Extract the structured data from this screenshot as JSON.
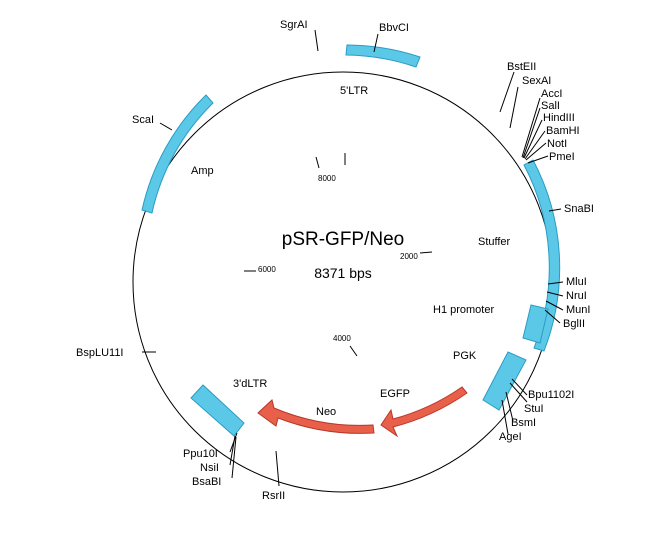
{
  "plasmid": {
    "name": "pSR-GFP/Neo",
    "size_label": "8371 bps"
  },
  "position_ticks": [
    "2000",
    "4000",
    "6000",
    "8000"
  ],
  "features": {
    "ltr5": "5'LTR",
    "amp": "Amp",
    "stuffer": "Stuffer",
    "h1_promoter": "H1 promoter",
    "pgk": "PGK",
    "egfp": "EGFP",
    "neo": "Neo",
    "ltr3": "3'dLTR"
  },
  "sites": {
    "sgrai": "SgrAI",
    "bbvci": "BbvCI",
    "bsteii": "BstEII",
    "sexai": "SexAI",
    "acci": "AccI",
    "sali": "SalI",
    "hindiii": "HindIII",
    "bamhi": "BamHI",
    "noti": "NotI",
    "pmei": "PmeI",
    "snabi": "SnaBI",
    "mlui": "MluI",
    "nrui": "NruI",
    "muni": "MunI",
    "bglii": "BglII",
    "bpu1102i": "Bpu1102I",
    "stui": "StuI",
    "bsmi": "BsmI",
    "agei": "AgeI",
    "rsrii": "RsrII",
    "bsabi": "BsaBI",
    "nsii": "NsiI",
    "ppu10i": "Ppu10I",
    "bsplu11i": "BspLU11I",
    "scai": "ScaI"
  }
}
